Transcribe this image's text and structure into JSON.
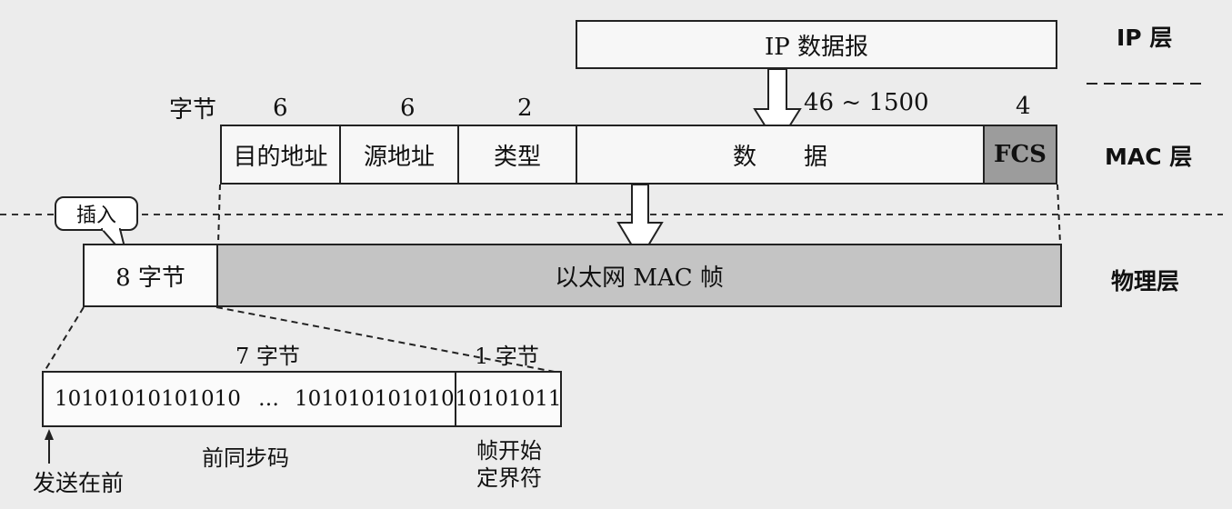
{
  "layers": {
    "ip": "IP 层",
    "mac": "MAC 层",
    "physical": "物理层"
  },
  "ip_datagram": "IP 数据报",
  "byte_unit": "字节",
  "mac_fields": {
    "dest": {
      "label": "目的地址",
      "size": "6"
    },
    "src": {
      "label": "源地址",
      "size": "6"
    },
    "type": {
      "label": "类型",
      "size": "2"
    },
    "data": {
      "label": "数　　据",
      "size": "46 ~ 1500"
    },
    "fcs": {
      "label": "FCS",
      "size": "4"
    }
  },
  "insert_callout": "插入",
  "preamble_box": "8 字节",
  "ethernet_frame": "以太网 MAC 帧",
  "preamble_detail": {
    "bits_left": "10101010101010",
    "ellipsis": "…",
    "bits_mid": "10101010101010",
    "sfd_bits": "10101011",
    "seven_bytes": "7 字节",
    "one_byte": "1 字节",
    "preamble_label": "前同步码",
    "sfd_label_line1": "帧开始",
    "sfd_label_line2": "定界符",
    "send_first": "发送在前"
  }
}
